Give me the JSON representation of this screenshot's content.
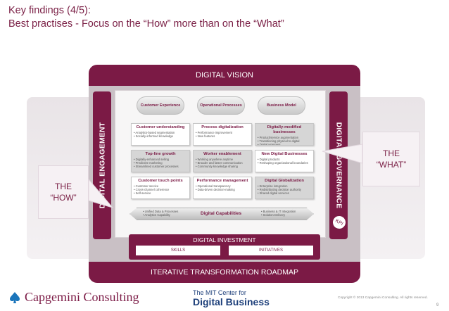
{
  "title": {
    "line1": "Key findings (4/5):",
    "line2": "Best practises - Focus on the “How” more than on the “What”"
  },
  "framework": {
    "vision": "DIGITAL VISION",
    "engagement": "DIGITAL ENGAGEMENT",
    "governance": "DIGITAL GOVERNANCE",
    "kpi": "KPI",
    "pillars": [
      "Customer Experience",
      "Operational Processes",
      "Business Model"
    ],
    "cells": [
      {
        "title": "Customer understanding",
        "body": [
          "• Analytics-based segmentation",
          "• Socially-informed knowledge"
        ],
        "shaded": false
      },
      {
        "title": "Process digitalization",
        "body": [
          "• Performance improvement",
          "• New features"
        ],
        "shaded": false
      },
      {
        "title": "Digitally-modified businesses",
        "body": [
          "• Product/service augmentation",
          "• Transitioning physical to digital",
          "• Digital wrappers"
        ],
        "shaded": true
      },
      {
        "title": "Top-line growth",
        "body": [
          "• Digitally-enhanced selling",
          "• Predictive marketing",
          "• Streamlined customer processes"
        ],
        "shaded": true
      },
      {
        "title": "Worker enablement",
        "body": [
          "• Working anywhere anytime",
          "• Broader and faster communication",
          "• Community knowledge sharing"
        ],
        "shaded": true
      },
      {
        "title": "New Digital Businesses",
        "body": [
          "• Digital products",
          "• Reshaping organizational boundaries"
        ],
        "shaded": false
      },
      {
        "title": "Customer touch points",
        "body": [
          "• Customer service",
          "• Cross-channel coherence",
          "• Self-service"
        ],
        "shaded": false
      },
      {
        "title": "Performance management",
        "body": [
          "• Operational transparency",
          "• Data-driven decision-making"
        ],
        "shaded": false
      },
      {
        "title": "Digital Globalization",
        "body": [
          "• Enterprise integration",
          "• Redistributing decision authority",
          "• Shared digital services"
        ],
        "shaded": true
      }
    ],
    "capabilities": {
      "title": "Digital Capabilities",
      "left": [
        "• Unified Data & Processes",
        "• Analytics Capability"
      ],
      "right": [
        "• Business & IT Integration",
        "• Solution Delivery"
      ]
    },
    "investment": {
      "title": "DIGITAL INVESTMENT",
      "skills": "SKILLS",
      "initiatives": "INITIATIVES"
    },
    "roadmap": "ITERATIVE TRANSFORMATION ROADMAP"
  },
  "callouts": {
    "what": [
      "THE",
      "“WHAT”"
    ],
    "how": [
      "THE",
      "“HOW”"
    ]
  },
  "footer": {
    "brand": "Capgemini Consulting",
    "mit_line1": "The MIT Center for",
    "mit_line2": "Digital Business",
    "copyright": "Copyright © 2013 Capgemini Consulting. All rights reserved.",
    "page": "9"
  }
}
